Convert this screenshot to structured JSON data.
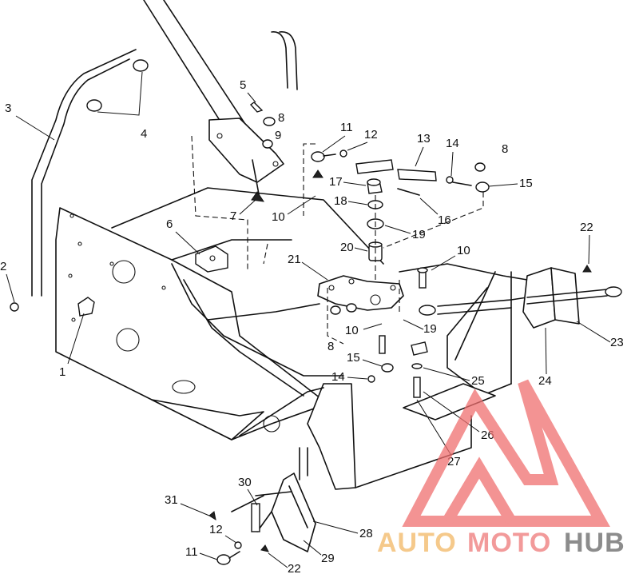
{
  "callouts": [
    "1",
    "2",
    "3",
    "4",
    "5",
    "6",
    "7",
    "8",
    "9",
    "10",
    "11",
    "12",
    "13",
    "14",
    "15",
    "16",
    "17",
    "18",
    "19",
    "20",
    "21",
    "22",
    "23",
    "24",
    "25",
    "26",
    "27",
    "28",
    "29",
    "30",
    "31"
  ],
  "watermark": {
    "word_part1": "AUTO",
    "word_part2": "MOTO",
    "word_part3": "HUB",
    "color_part1": "#F5C98B",
    "color_part2": "#F29A9A",
    "color_part3": "#8C8C8C",
    "logo_color": "#EF6F6F"
  }
}
